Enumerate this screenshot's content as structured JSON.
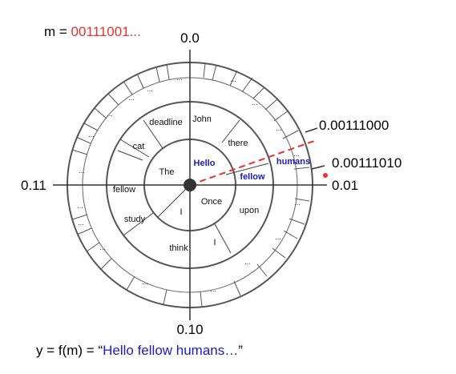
{
  "header": {
    "m_label": "m = ",
    "m_value": "00111001..."
  },
  "footer": {
    "y_label": "y = f(m) = “",
    "y_value": "Hello fellow humans…",
    "y_close": "”"
  },
  "axis_labels": {
    "top": "0.0",
    "right": "0.01",
    "bottom": "0.10",
    "left": "0.11"
  },
  "interval_labels": {
    "upper": "0.00111000",
    "lower": "0.00111010"
  },
  "inner_words": {
    "hello": "Hello",
    "the": "The",
    "i": "I",
    "once": "Once"
  },
  "middle_words": {
    "john": "John",
    "there": "there",
    "humans": "humans",
    "fellow_right": "fellow",
    "upon": "upon",
    "i": "I",
    "think": "think",
    "study": "study",
    "fellow_left": "fellow",
    "cat": "cat",
    "deadline": "deadline"
  },
  "outer_placeholder": "...",
  "colors": {
    "highlight_red": "#e8322b",
    "highlight_blue": "#1a1acc",
    "ring_stroke": "#555555"
  }
}
